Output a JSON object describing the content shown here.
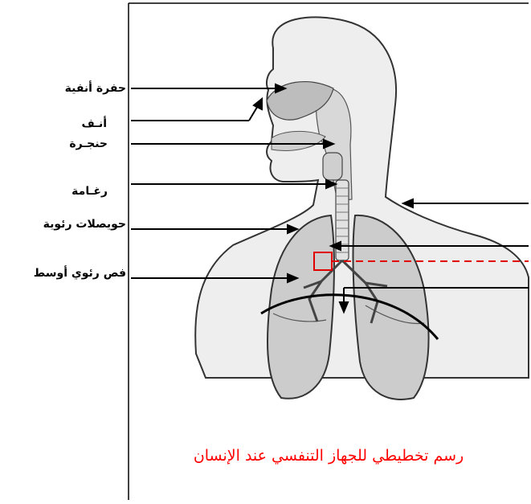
{
  "labels": {
    "nasal_cavity": "حفرة أنفية",
    "nose": "أنـف",
    "larynx": "حنجـرة",
    "trachea": "رغـامة",
    "alveoli": "حويصلات رئوية",
    "middle_lobe": "فص رئوي أوسط"
  },
  "caption": "رسم تخطيطي للجهاز التنفسي عند الإنسان",
  "colors": {
    "caption": "#ff0000",
    "highlight_box": "#e00000",
    "body_fill": "#eeeeee",
    "lung_fill": "#cccccc",
    "outline": "#333333"
  }
}
